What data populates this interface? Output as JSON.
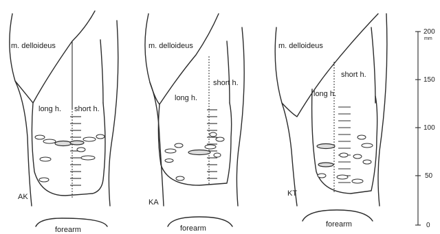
{
  "panels": [
    {
      "id": "AK",
      "label": "AK",
      "deltoid_label": "m. delloideus",
      "long_head_label": "long h.",
      "short_head_label": "short h.",
      "forearm_label": "forearm"
    },
    {
      "id": "KA",
      "label": "KA",
      "deltoid_label": "m. delloideus",
      "long_head_label": "long h.",
      "short_head_label": "short h.",
      "forearm_label": "forearm"
    },
    {
      "id": "KT",
      "label": "KT",
      "deltoid_label": "m. delloideus",
      "long_head_label": "long h.",
      "short_head_label": "short h.",
      "forearm_label": "forearm"
    }
  ],
  "scale": {
    "unit": "mm",
    "ticks": [
      "0",
      "50",
      "100",
      "150",
      "200"
    ]
  }
}
